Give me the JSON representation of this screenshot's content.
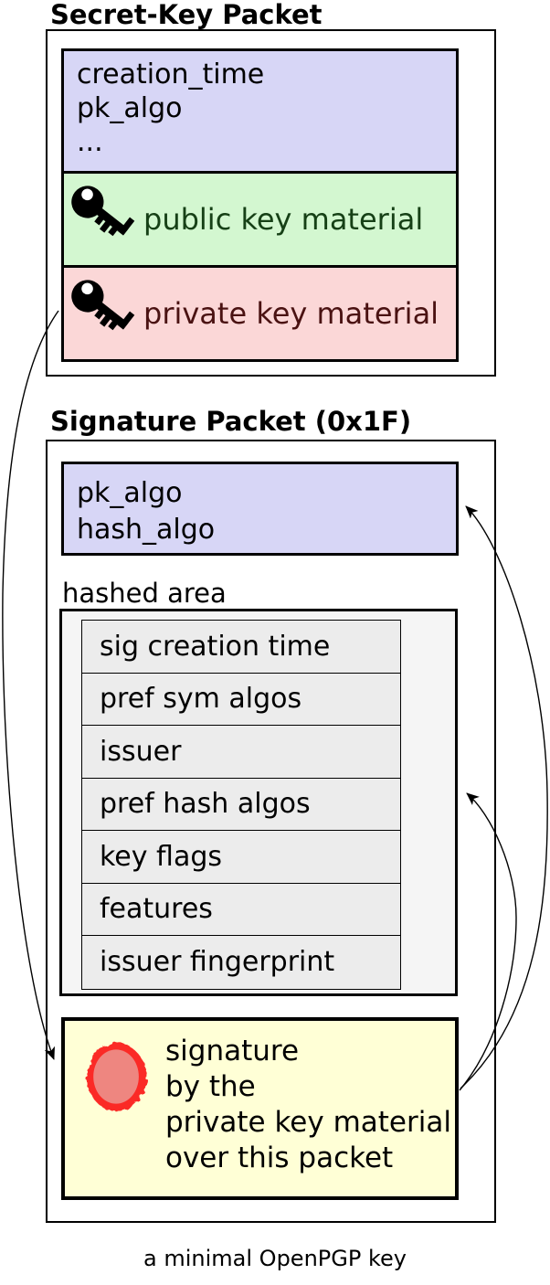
{
  "diagram": {
    "caption": "a minimal OpenPGP key"
  },
  "secret_key_packet": {
    "title": "Secret-Key Packet",
    "header_fields": [
      "creation_time",
      "pk_algo",
      "..."
    ],
    "public_key_material": {
      "label": "public key material",
      "icon": "key-icon"
    },
    "private_key_material": {
      "label": "private key material",
      "icon": "key-icon"
    }
  },
  "signature_packet": {
    "title": "Signature Packet (0x1F)",
    "header_fields": [
      "pk_algo",
      "hash_algo"
    ],
    "hashed_area": {
      "label": "hashed area",
      "subpackets": [
        "sig creation time",
        "pref sym algos",
        "issuer",
        "pref hash algos",
        "key flags",
        "features",
        "issuer fingerprint"
      ]
    },
    "signature_box": {
      "icon": "seal-icon",
      "lines": [
        "signature",
        "by the",
        "private key material",
        "over this packet"
      ]
    }
  },
  "arrows": [
    {
      "name": "private-key-to-signature"
    },
    {
      "name": "signature-to-packet-header"
    },
    {
      "name": "signature-to-hashed-area"
    }
  ],
  "colors": {
    "header_fill": "#d7d6f6",
    "public_key_fill": "#d3f7d0",
    "public_key_text": "#164016",
    "private_key_fill": "#fbd7d7",
    "private_key_text": "#4a1212",
    "hashed_area_fill": "#f5f5f5",
    "subpacket_fill": "#ececec",
    "signature_fill": "#ffffd6",
    "seal_outer": "#fb2c26",
    "seal_inner": "#ee8680"
  }
}
